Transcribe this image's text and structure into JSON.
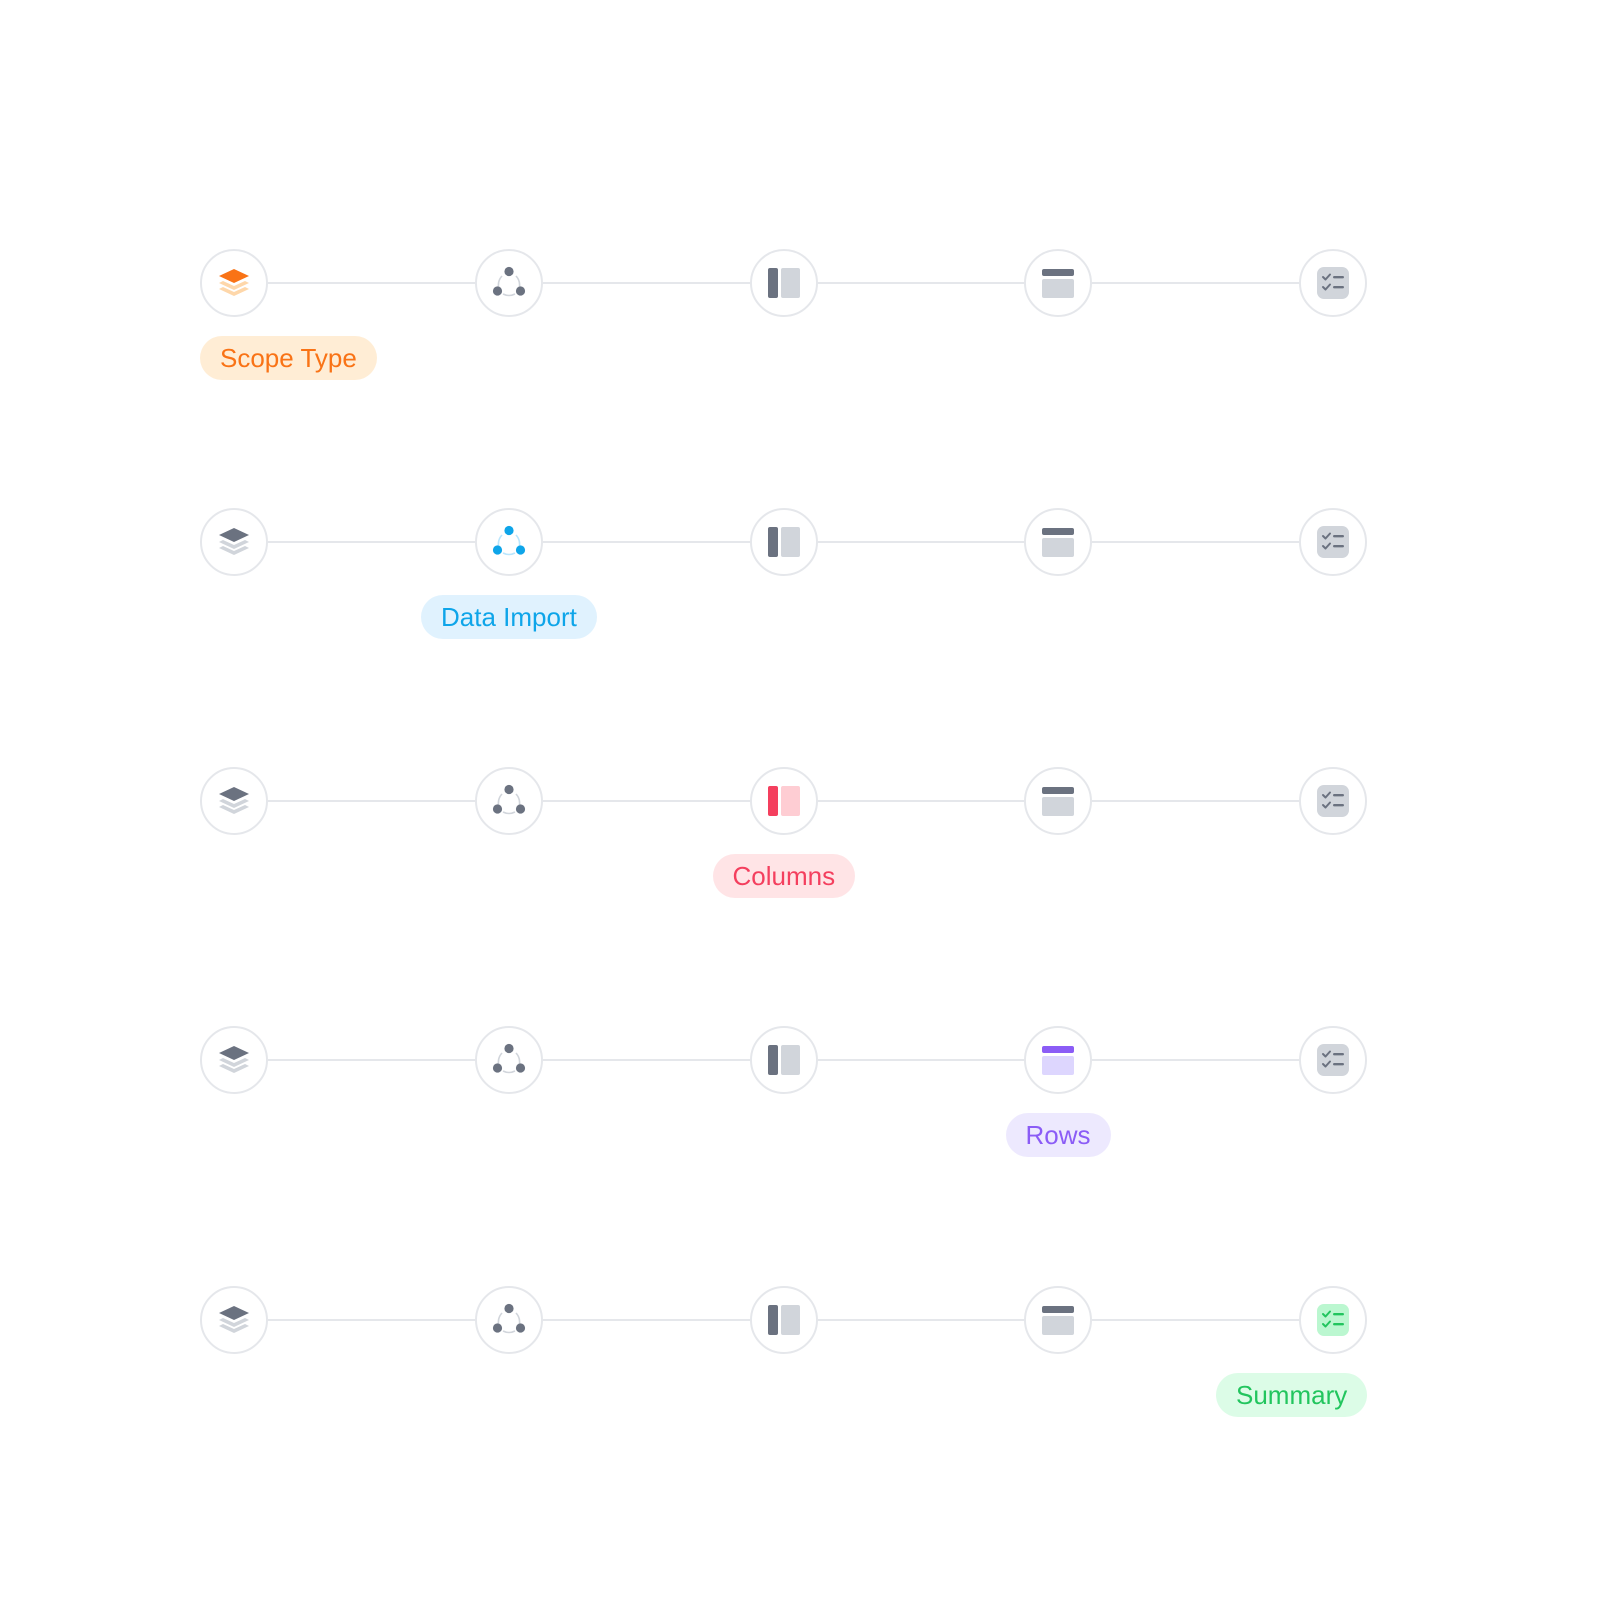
{
  "steps": [
    {
      "key": "scope-type",
      "label": "Scope Type",
      "icon": "stack-icon"
    },
    {
      "key": "data-import",
      "label": "Data Import",
      "icon": "nodes-icon"
    },
    {
      "key": "columns",
      "label": "Columns",
      "icon": "columns-icon"
    },
    {
      "key": "rows",
      "label": "Rows",
      "icon": "rows-icon"
    },
    {
      "key": "summary",
      "label": "Summary",
      "icon": "checklist-icon"
    }
  ],
  "steppers": [
    {
      "active_index": 0,
      "active_label": "Scope Type",
      "accent": "#f97316",
      "accent_light": "#fed7aa",
      "pill_bg": "#ffedd5",
      "pill_text": "#f97316"
    },
    {
      "active_index": 1,
      "active_label": "Data Import",
      "accent": "#0ea5e9",
      "accent_light": "#bae6fd",
      "pill_bg": "#e0f2fe",
      "pill_text": "#0ea5e9"
    },
    {
      "active_index": 2,
      "active_label": "Columns",
      "accent": "#f43f5e",
      "accent_light": "#fecdd3",
      "pill_bg": "#ffe4e6",
      "pill_text": "#f43f5e"
    },
    {
      "active_index": 3,
      "active_label": "Rows",
      "accent": "#8b5cf6",
      "accent_light": "#ddd6fe",
      "pill_bg": "#ede9fe",
      "pill_text": "#8b5cf6"
    },
    {
      "active_index": 4,
      "active_label": "Summary",
      "accent": "#22c55e",
      "accent_light": "#bbf7d0",
      "pill_bg": "#dcfce7",
      "pill_text": "#22c55e"
    }
  ],
  "colors": {
    "inactive_dark": "#6b7280",
    "inactive_light": "#d1d5db",
    "ring": "#e5e7eb",
    "track": "#e5e7eb"
  }
}
